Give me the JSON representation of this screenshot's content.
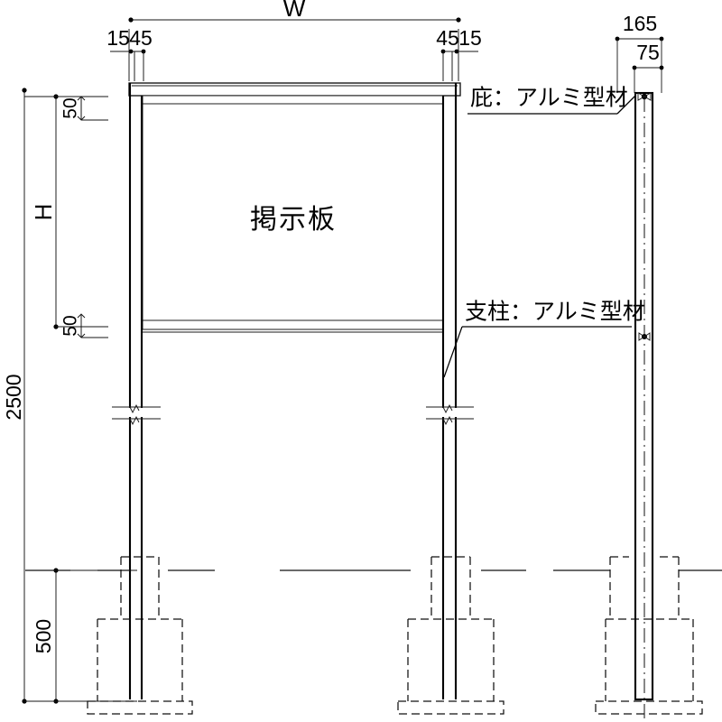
{
  "drawing": {
    "title_center_label": "掲示板",
    "views": {
      "front": {
        "name": "front-elevation"
      },
      "side": {
        "name": "side-elevation"
      }
    },
    "annotations": [
      {
        "id": "canopy",
        "text": "庇：アルミ型材"
      },
      {
        "id": "post",
        "text": "支柱：アルミ型材"
      }
    ],
    "dimensions": {
      "overall_width_symbol": "W",
      "board_height_symbol": "H",
      "total_height": "2500",
      "buried_depth": "500",
      "top_left_outer": "15",
      "top_left_inner": "45",
      "top_right_inner": "45",
      "top_right_outer": "15",
      "canopy_offset_top": "50",
      "rail_offset": "50",
      "side_overall_depth": "165",
      "side_post_depth": "75"
    },
    "colors": {
      "line": "#000000",
      "background": "#ffffff",
      "hidden_line": "#111111",
      "dimension_line": "#141414"
    }
  }
}
